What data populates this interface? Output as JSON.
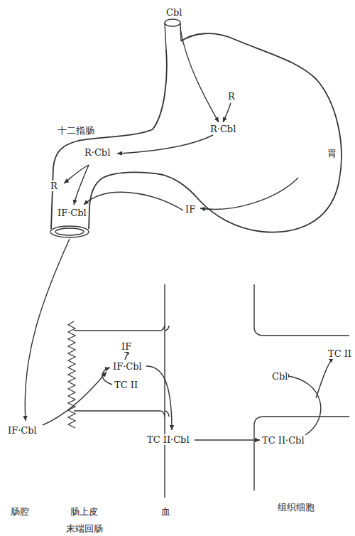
{
  "diagram": {
    "labels": [
      "Cbl",
      "R",
      "R·Cbl",
      "胃",
      "十二指肠",
      "R·Cbl",
      "IF",
      "R",
      "IF·Cbl",
      "IF",
      "IF·Cbl",
      "TC II",
      "IF·Cbl",
      "TC II·Cbl",
      "Cbl",
      "TC II",
      "TC II·Cbl",
      "肠腔",
      "肠上皮",
      "血",
      "组织细胞",
      "末端回肠"
    ]
  }
}
